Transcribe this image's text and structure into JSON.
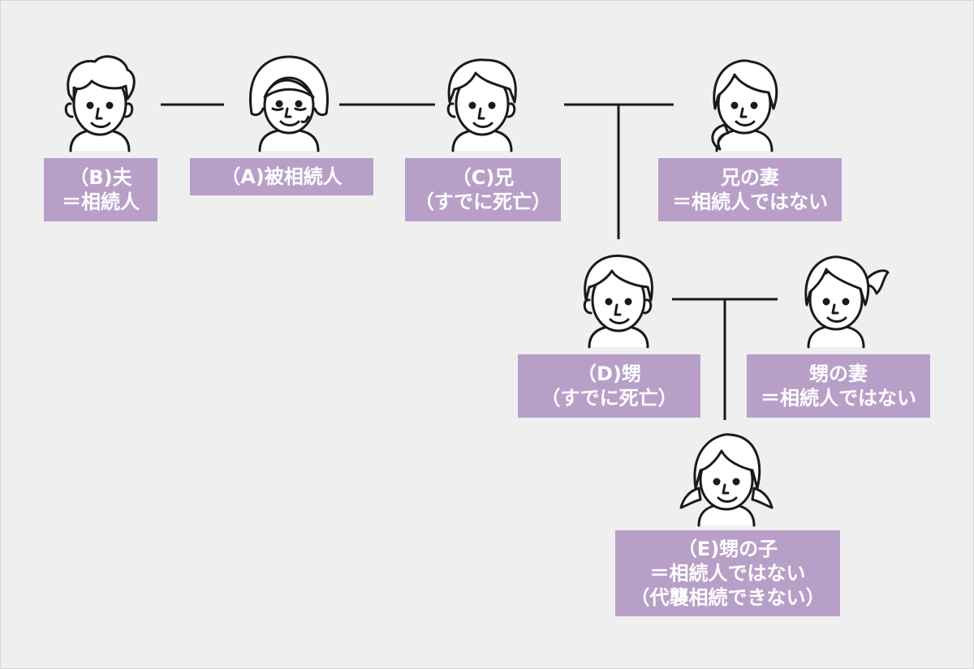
{
  "people": [
    {
      "id": "husband",
      "lines": [
        "（B)夫",
        "＝相続人"
      ]
    },
    {
      "id": "decedent",
      "lines": [
        "（A)被相続人"
      ]
    },
    {
      "id": "brother",
      "lines": [
        "（C)兄",
        "（すでに死亡）"
      ]
    },
    {
      "id": "brother-wife",
      "lines": [
        "兄の妻",
        "＝相続人ではない"
      ]
    },
    {
      "id": "nephew",
      "lines": [
        "（D)甥",
        "（すでに死亡）"
      ]
    },
    {
      "id": "nephew-wife",
      "lines": [
        "甥の妻",
        "＝相続人ではない"
      ]
    },
    {
      "id": "nephew-child",
      "lines": [
        "（E)甥の子",
        "＝相続人ではない",
        "（代襲相続できない）"
      ]
    }
  ],
  "colors": {
    "background": "#efefef",
    "label_fill": "#b89fc8",
    "label_text": "#ffffff",
    "line": "#1a1a1a"
  },
  "icons": {
    "husband": "man-face-icon",
    "decedent": "elderly-woman-face-icon",
    "brother": "man-face-icon",
    "brother-wife": "woman-ponytail-face-icon",
    "nephew": "young-man-face-icon",
    "nephew-wife": "woman-ponytail-face-icon",
    "nephew-child": "girl-pigtails-face-icon"
  }
}
